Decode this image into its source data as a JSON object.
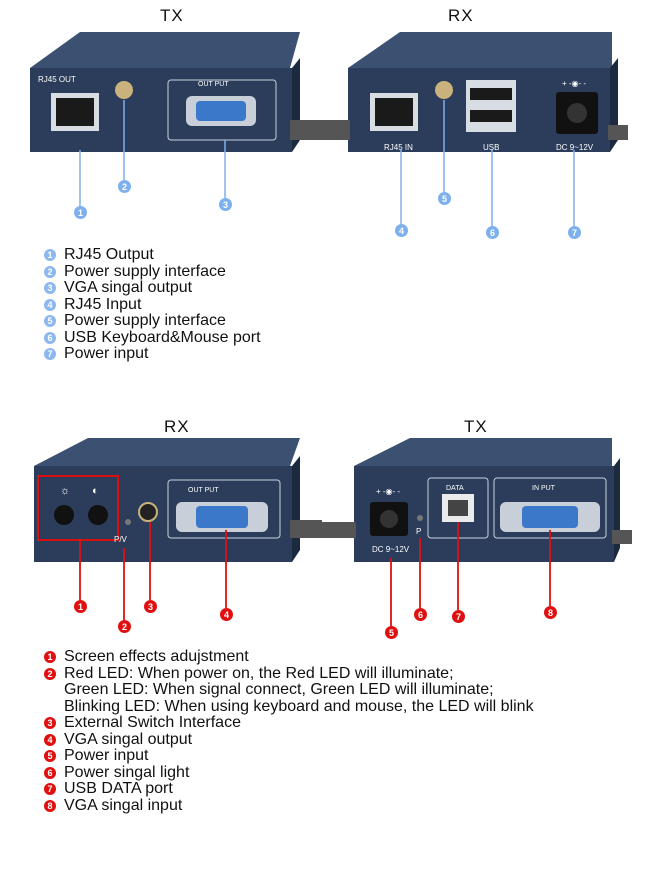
{
  "top": {
    "tx_title": "TX",
    "rx_title": "RX",
    "tx_labels": {
      "rj45": "RJ45 OUT",
      "output": "OUT PUT"
    },
    "rx_labels": {
      "rj45": "RJ45 IN",
      "usb": "USB",
      "dc": "DC 9~12V",
      "dc_symbol": "+ -◉- -"
    },
    "markers": [
      "1",
      "2",
      "3",
      "4",
      "5",
      "6",
      "7"
    ]
  },
  "legend_top": [
    {
      "num": "1",
      "text": "RJ45 Output"
    },
    {
      "num": "2",
      "text": "Power supply interface"
    },
    {
      "num": "3",
      "text": "VGA singal output"
    },
    {
      "num": "4",
      "text": "RJ45 Input"
    },
    {
      "num": "5",
      "text": "Power supply interface"
    },
    {
      "num": "6",
      "text": "USB Keyboard&Mouse port"
    },
    {
      "num": "7",
      "text": "Power input"
    }
  ],
  "bottom": {
    "rx_title": "RX",
    "tx_title": "TX",
    "rx_labels": {
      "pv": "P/V",
      "output": "OUT PUT"
    },
    "tx_labels": {
      "dc": "DC 9~12V",
      "dc_symbol": "+ -◉- -",
      "p": "P",
      "data": "DATA",
      "input": "IN PUT"
    },
    "markers": [
      "1",
      "2",
      "3",
      "4",
      "5",
      "6",
      "7",
      "8"
    ]
  },
  "legend_bottom": {
    "l1": "Screen effects adujstment",
    "l2a": "Red LED:  When power on, the Red LED will illuminate;",
    "l2b": "Green LED: When signal connect, Green LED will illuminate;",
    "l2c": "Blinking LED:  When using keyboard and mouse, the LED will blink",
    "l3": "External Switch Interface",
    "l4": "VGA singal output",
    "l5": "Power input",
    "l6": "Power singal light",
    "l7": "USB DATA port",
    "l8": "VGA singal input"
  },
  "colors": {
    "device": "#2b3d5a",
    "accent_blue": "#7fb0ee",
    "accent_red": "#e01010"
  }
}
